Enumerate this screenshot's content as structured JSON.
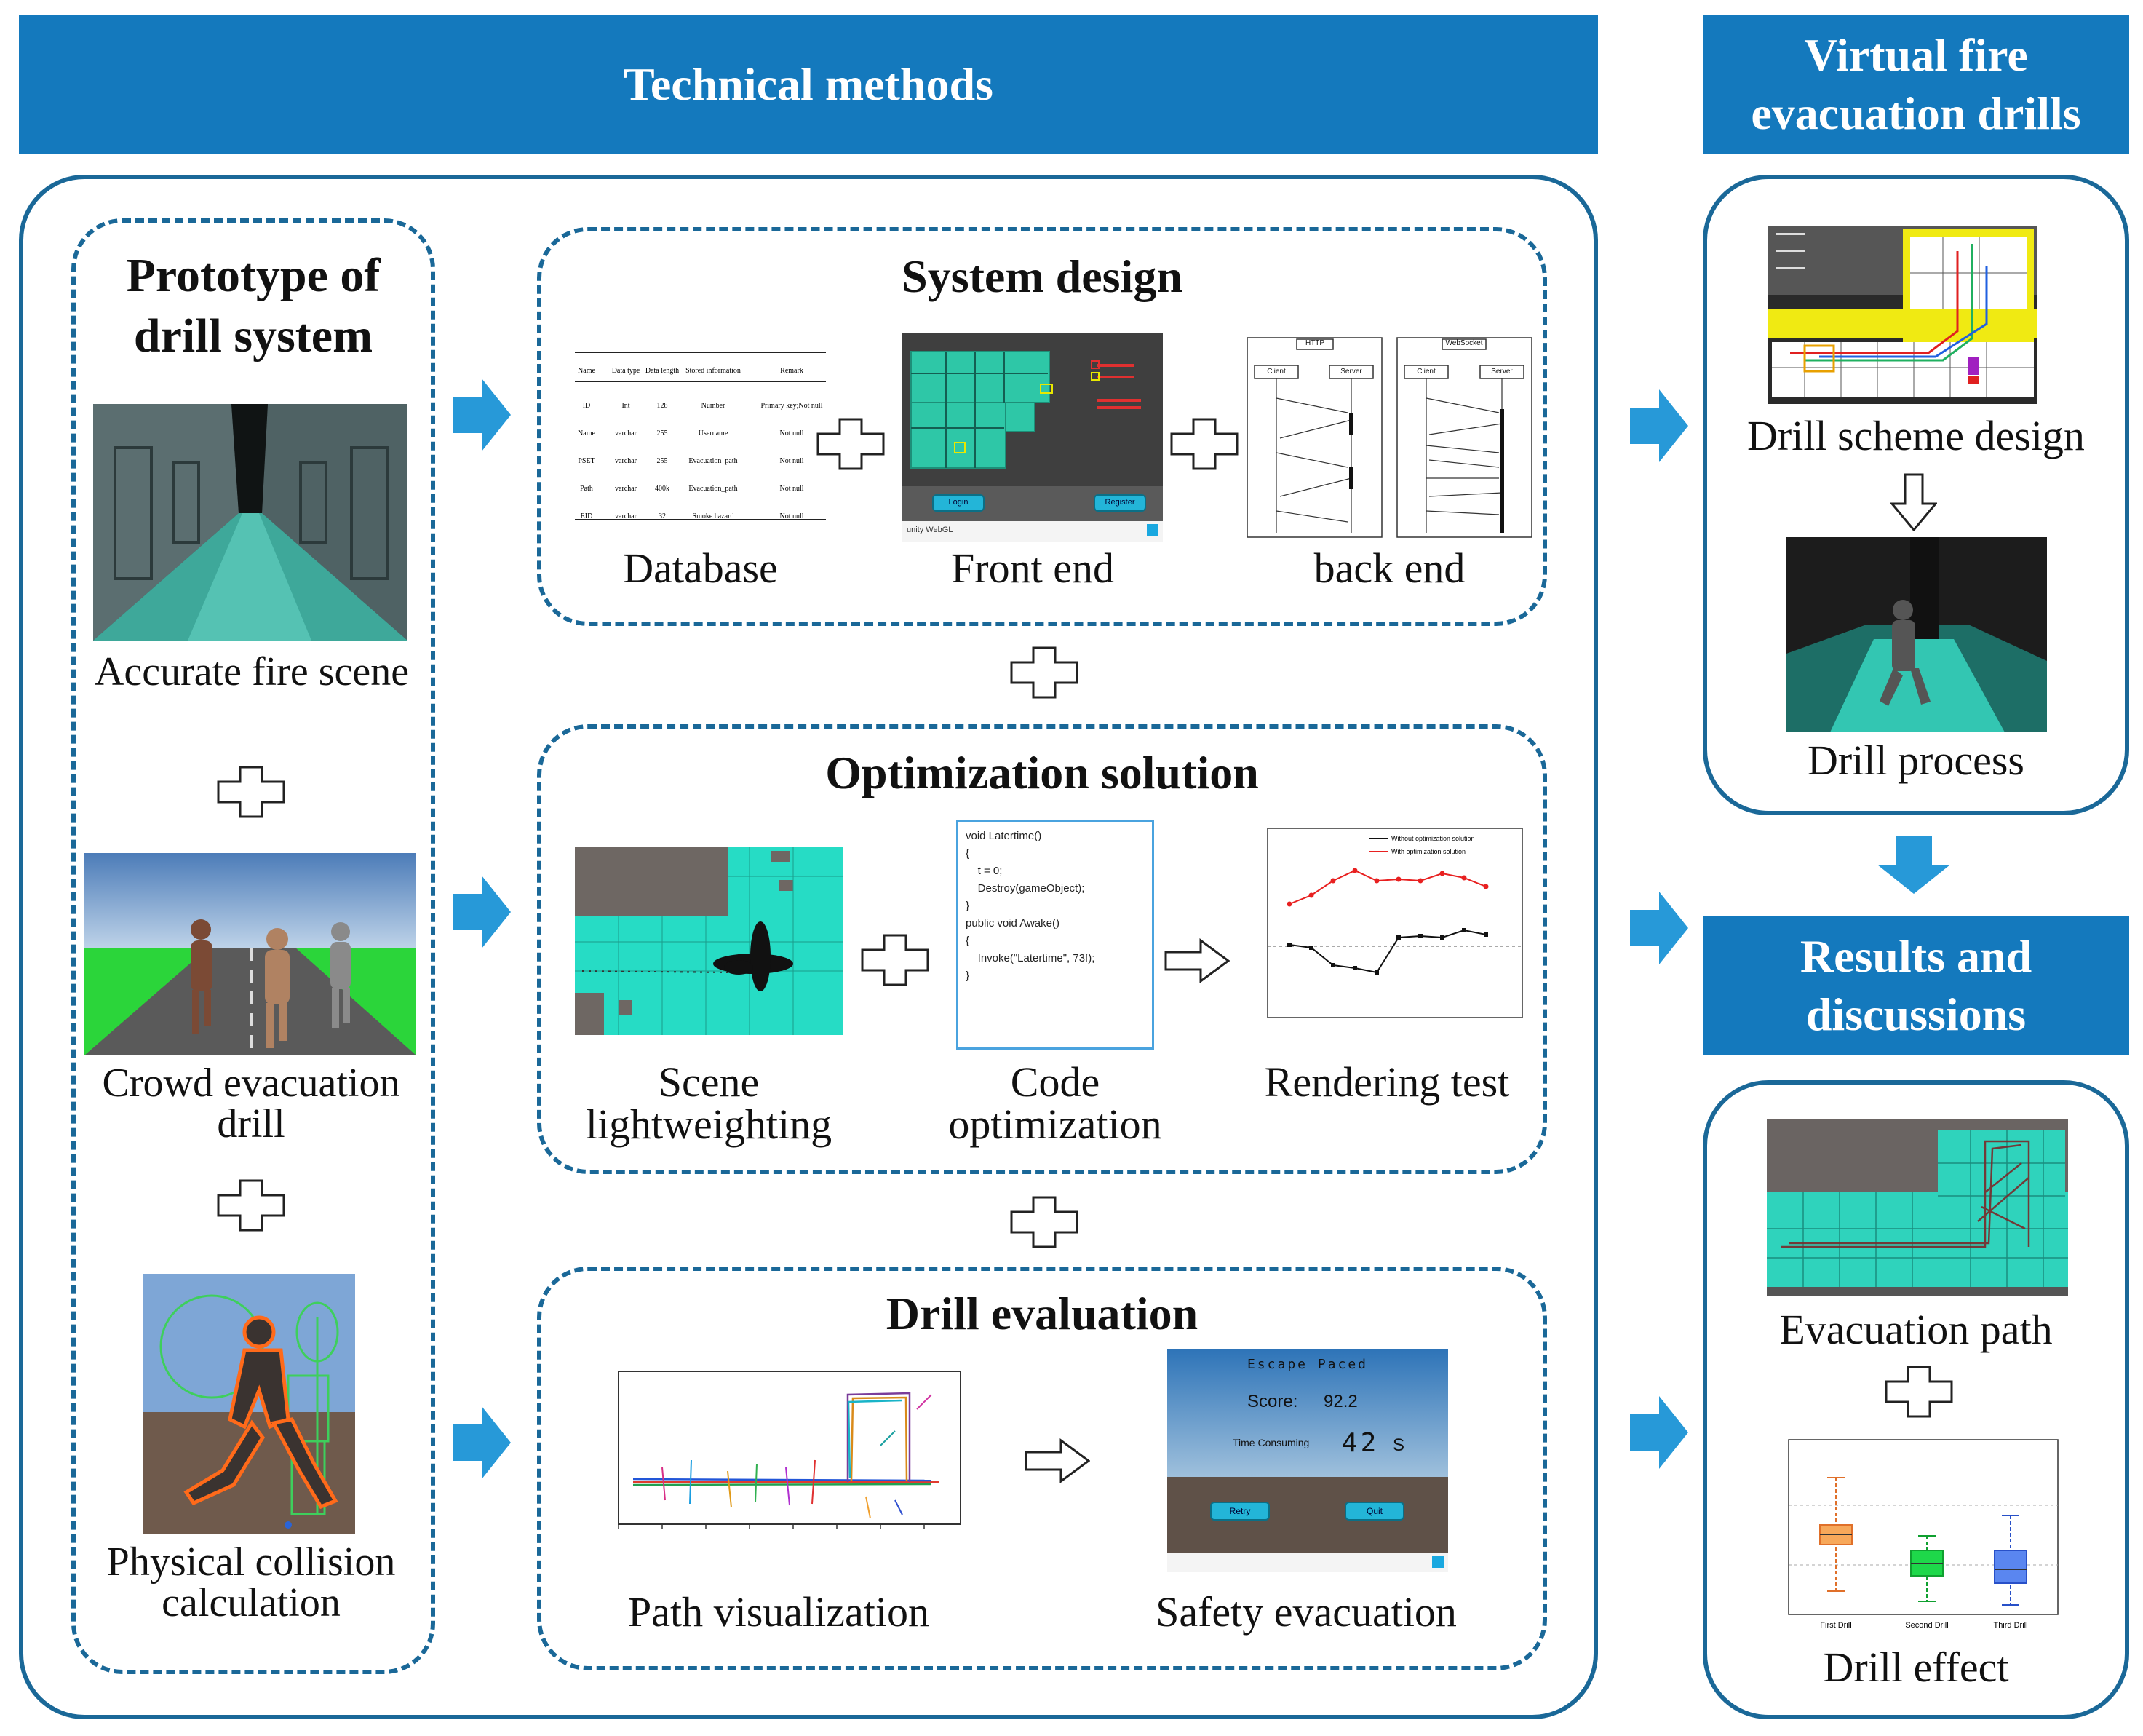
{
  "headers": {
    "technical": "Technical methods",
    "virtual": "Virtual fire evacuation drills",
    "results": "Results and discussions"
  },
  "prototype": {
    "title": "Prototype of drill system",
    "items": [
      {
        "label": "Accurate fire scene"
      },
      {
        "label": "Crowd evacuation drill"
      },
      {
        "label": "Physical collision calculation"
      }
    ]
  },
  "system_design": {
    "title": "System design",
    "items": [
      {
        "label": "Database"
      },
      {
        "label": "Front end"
      },
      {
        "label": "back end"
      }
    ],
    "db_table": {
      "columns": [
        "Name",
        "Data type",
        "Data length",
        "Stored information",
        "Remark"
      ],
      "rows": [
        [
          "ID",
          "Int",
          "128",
          "Number",
          "Primary key;Not null"
        ],
        [
          "Name",
          "varchar",
          "255",
          "Username",
          "Not null"
        ],
        [
          "PSET",
          "varchar",
          "255",
          "Evacuation_path",
          "Not null"
        ],
        [
          "Path",
          "varchar",
          "400k",
          "Evacuation_path",
          "Not null"
        ],
        [
          "EID",
          "varchar",
          "32",
          "Smoke hazard",
          "Not null"
        ]
      ]
    },
    "frontend": {
      "login": "Login",
      "register": "Register",
      "brand": "unity WebGL"
    },
    "backend": {
      "http": "HTTP",
      "websocket": "WebSocket",
      "client": "Client",
      "server": "Server"
    }
  },
  "optimization": {
    "title": "Optimization solution",
    "items": [
      {
        "label": "Scene lightweighting"
      },
      {
        "label": "Code optimization"
      },
      {
        "label": "Rendering test"
      }
    ],
    "code_lines": [
      "void Latertime()",
      "{",
      "    t = 0;",
      "    Destroy(gameObject);",
      "}",
      "public void Awake()",
      "{",
      "    Invoke(\"Latertime\", 73f);",
      "}"
    ],
    "render_legend": [
      "Without optimization solution",
      "With optimization solution"
    ]
  },
  "drill_eval": {
    "title": "Drill evaluation",
    "items": [
      {
        "label": "Path visualization"
      },
      {
        "label": "Safety evacuation"
      }
    ],
    "escape": {
      "heading": "Escape Paced",
      "score_label": "Score:",
      "score_value": "92.2",
      "time_label": "Time Consuming",
      "time_value": "42",
      "time_unit": "S",
      "retry": "Retry",
      "quit": "Quit"
    }
  },
  "virtual": {
    "items": [
      {
        "label": "Drill scheme design"
      },
      {
        "label": "Drill process"
      }
    ]
  },
  "results": {
    "items": [
      {
        "label": "Evacuation path"
      },
      {
        "label": "Drill effect"
      }
    ],
    "box_categories": [
      "First Drill",
      "Second Drill",
      "Third Drill"
    ]
  },
  "colors": {
    "accent": "#1479bd",
    "border": "#1a6898",
    "arrow": "#2799d8",
    "teal": "#3fd6c0"
  }
}
